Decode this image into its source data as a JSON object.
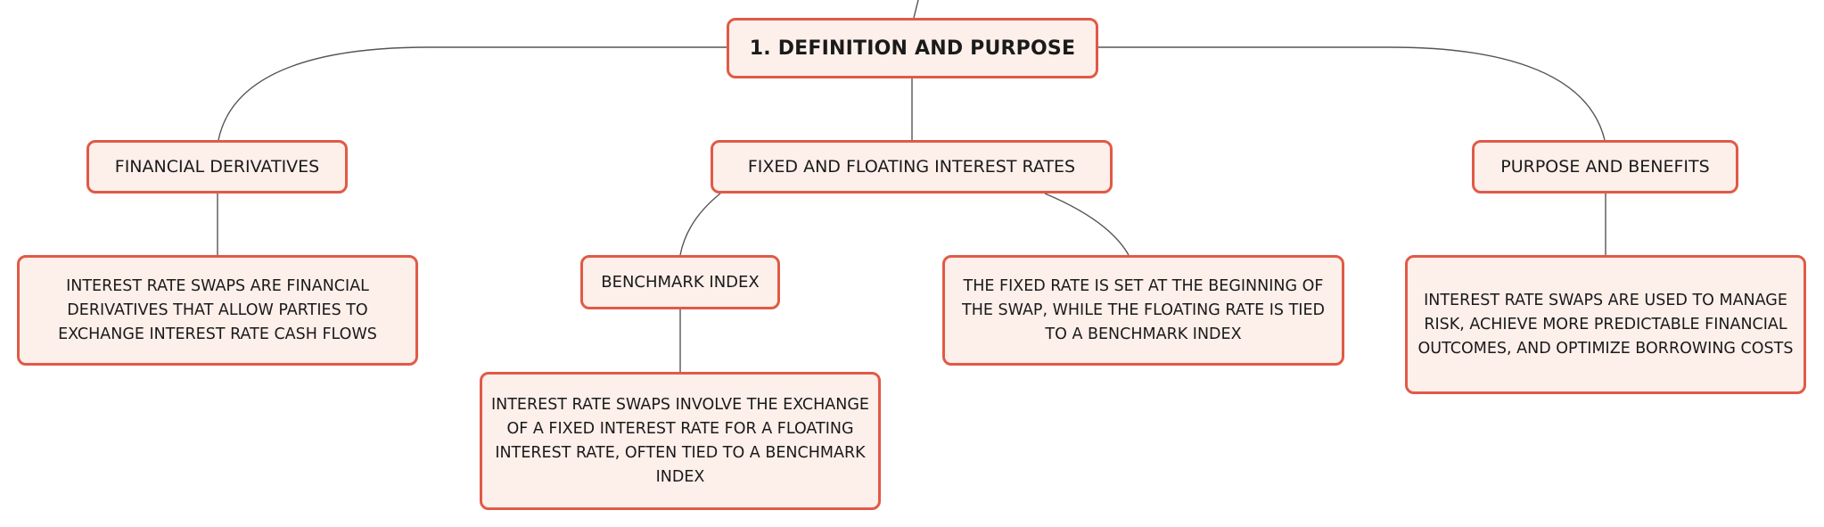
{
  "mindmap": {
    "root": {
      "label": "1. DEFINITION AND PURPOSE"
    },
    "financial_derivatives": {
      "label": "FINANCIAL DERIVATIVES",
      "detail": "INTEREST RATE SWAPS ARE FINANCIAL DERIVATIVES THAT ALLOW PARTIES TO EXCHANGE INTEREST RATE CASH FLOWS"
    },
    "fixed_floating": {
      "label": "FIXED AND FLOATING INTEREST RATES",
      "benchmark_index": {
        "label": "BENCHMARK INDEX",
        "detail": "INTEREST RATE SWAPS INVOLVE THE EXCHANGE OF A FIXED INTEREST RATE FOR A FLOATING INTEREST RATE, OFTEN TIED TO A BENCHMARK INDEX"
      },
      "detail": "THE FIXED RATE IS SET AT THE BEGINNING OF THE SWAP, WHILE THE FLOATING RATE IS TIED TO A BENCHMARK INDEX"
    },
    "purpose_benefits": {
      "label": "PURPOSE AND BENEFITS",
      "detail": "INTEREST RATE SWAPS ARE USED TO MANAGE RISK, ACHIEVE MORE PREDICTABLE FINANCIAL OUTCOMES, AND OPTIMIZE BORROWING COSTS"
    }
  },
  "colors": {
    "node_border": "#e05a47",
    "node_fill": "#fdefea",
    "connector": "#555555"
  }
}
